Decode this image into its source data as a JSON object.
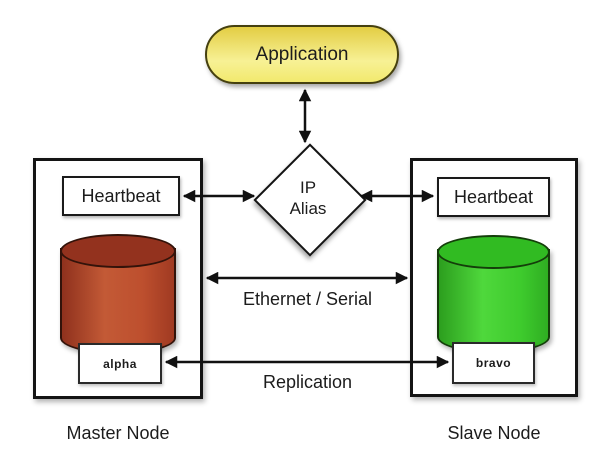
{
  "nodes": {
    "application": {
      "label": "Application"
    },
    "ip_alias": {
      "line1": "IP",
      "line2": "Alias"
    },
    "master": {
      "title": "Master Node",
      "heartbeat_label": "Heartbeat",
      "disk_label": "alpha"
    },
    "slave": {
      "title": "Slave Node",
      "heartbeat_label": "Heartbeat",
      "disk_label": "bravo"
    }
  },
  "links": {
    "ethernet_serial": {
      "label": "Ethernet / Serial"
    },
    "replication": {
      "label": "Replication"
    }
  },
  "colors": {
    "background": "#ffffff",
    "application_fill_top": "#e3cd44",
    "application_fill_bottom": "#f7f195",
    "master_disk": "#c35a36",
    "master_disk_top": "#93321e",
    "slave_disk": "#4fd83c",
    "slave_disk_top": "#31bb22",
    "arrow": "#111111"
  }
}
